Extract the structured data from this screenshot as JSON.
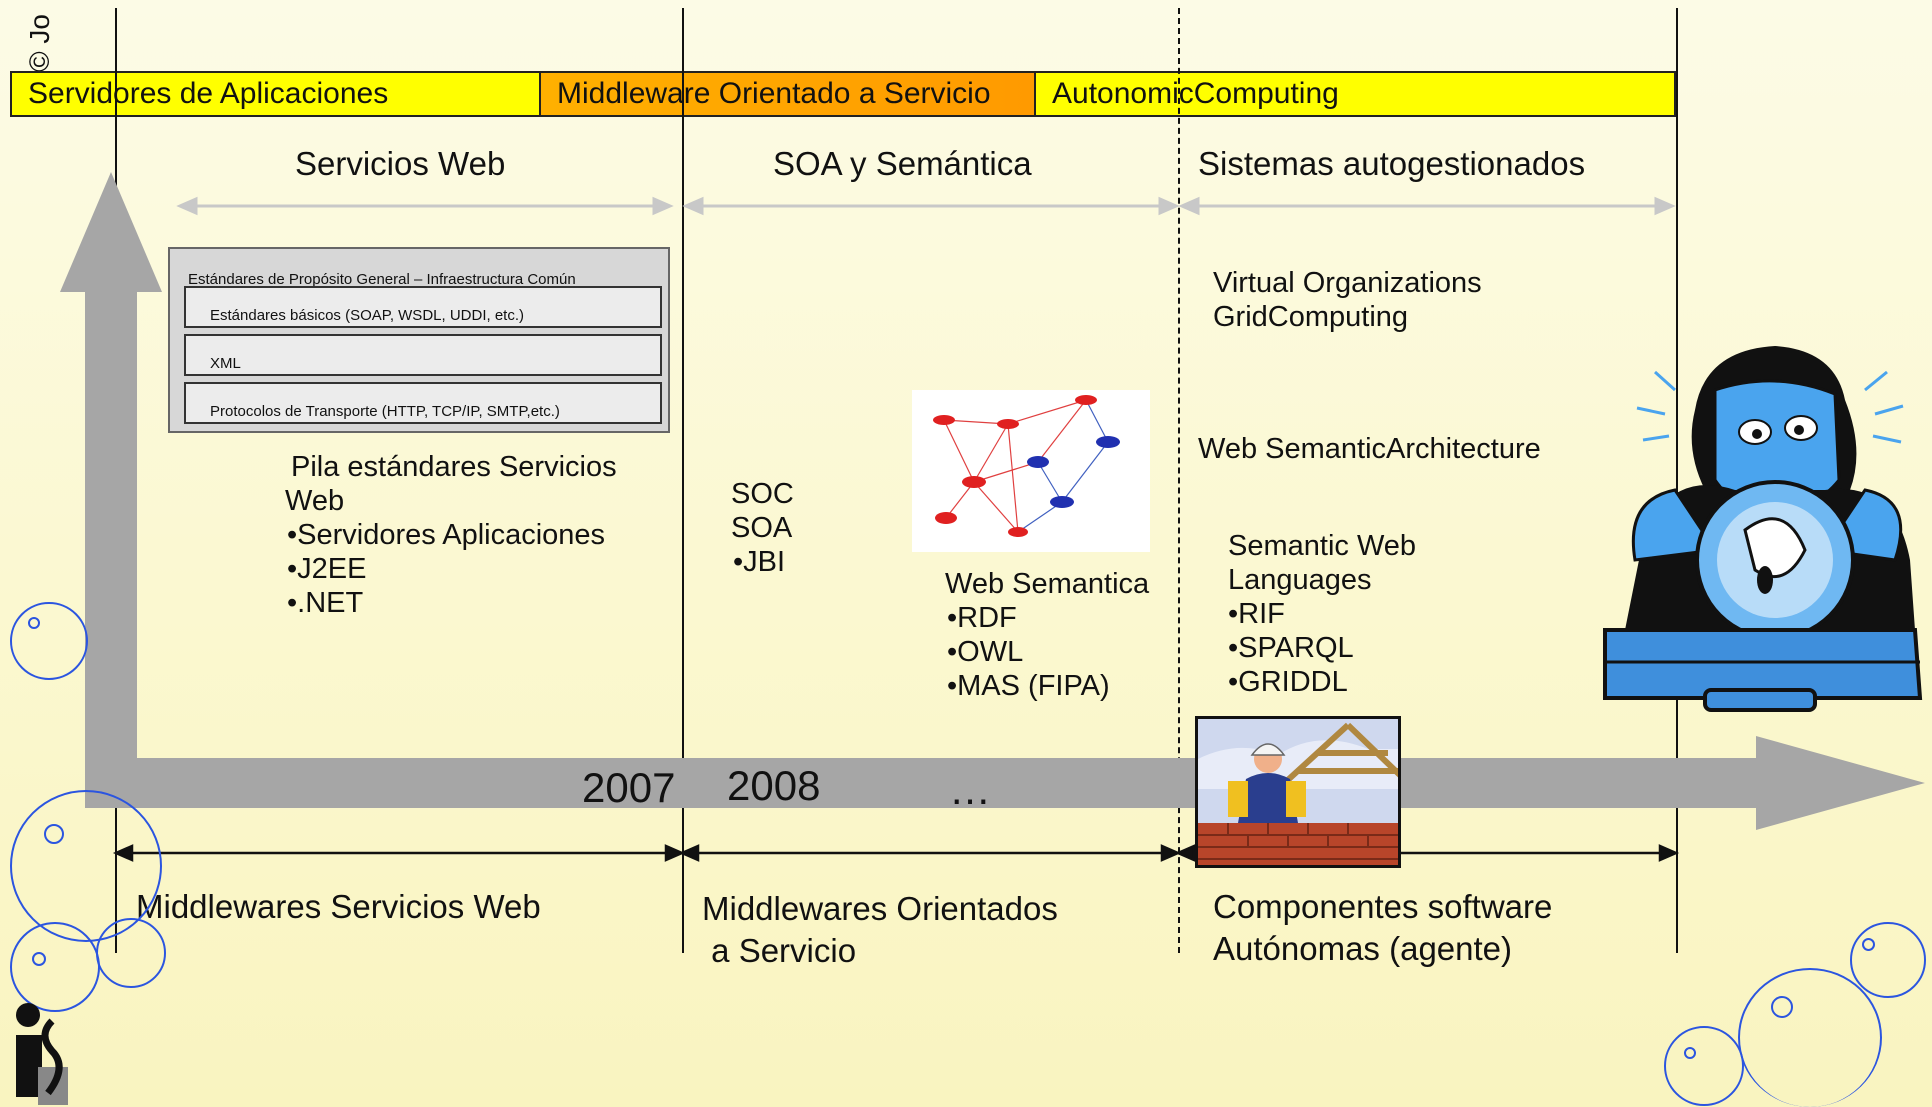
{
  "copyright_fragment": "© Jo",
  "header_bars": [
    {
      "label": "Servidores de Aplicaciones",
      "color": "#ffff00"
    },
    {
      "label": "Middleware Orientado a Servicio",
      "color": "#ffa500"
    },
    {
      "label": "AutonomicComputing",
      "color": "#ffff00"
    }
  ],
  "sections": {
    "web_services": "Servicios Web",
    "soa": "SOA y Semántica",
    "autonomic": "Sistemas autogestionados"
  },
  "stack": {
    "caption": "Estándares de Propósito General – Infraestructura Común",
    "rows": [
      "Estándares básicos (SOAP, WSDL, UDDI, etc.)",
      "XML",
      "Protocolos de Transporte (HTTP, TCP/IP, SMTP,etc.)"
    ]
  },
  "col1": {
    "line1": "Pila estándares Servicios",
    "line2": "Web",
    "bullets": [
      "•Servidores Aplicaciones",
      "•J2EE",
      "•.NET"
    ]
  },
  "col2": {
    "lines": [
      "SOC",
      "SOA",
      "•JBI"
    ]
  },
  "semantic": {
    "title": "Web Semantica",
    "bullets": [
      "•RDF",
      "•OWL",
      "•MAS (FIPA)"
    ]
  },
  "col3": {
    "vo_line1": "Virtual Organizations",
    "vo_line2": "GridComputing",
    "wsa": "Web SemanticArchitecture",
    "swl_line1": "Semantic Web",
    "swl_line2": "Languages",
    "swl_bullets": [
      "•RIF",
      "•SPARQL",
      "•GRIDDL"
    ]
  },
  "timeline": {
    "year1": "2007",
    "year2": "2008",
    "ellipsis": "…"
  },
  "bottom": {
    "b1": "Middlewares Servicios Web",
    "b2_line1": "Middlewares Orientados",
    "b2_line2": " a Servicio",
    "b3_line1": "Componentes software",
    "b3_line2": "Autónomas (agente)"
  },
  "colors": {
    "arrow": "#a6a6a6",
    "bubble": "#2b55e0",
    "node_red": "#e02020",
    "node_blue": "#2030b0"
  }
}
